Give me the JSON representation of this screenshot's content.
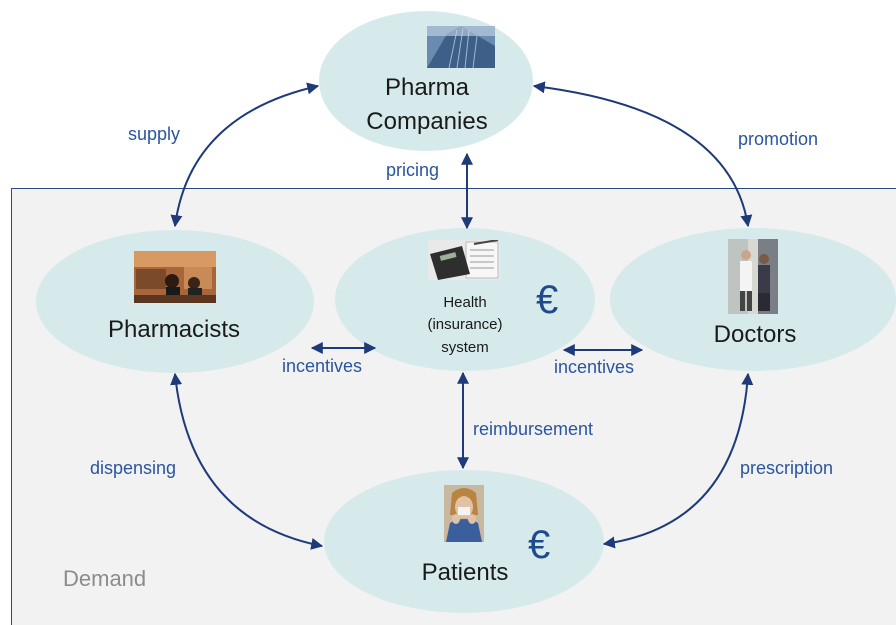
{
  "nodes": {
    "pharma": {
      "label_line1": "Pharma",
      "label_line2": "Companies"
    },
    "pharmacists": {
      "label": "Pharmacists"
    },
    "health": {
      "label_line1": "Health",
      "label_line2": "(insurance)",
      "label_line3": "system",
      "currency": "€"
    },
    "doctors": {
      "label": "Doctors"
    },
    "patients": {
      "label": "Patients",
      "currency": "€"
    }
  },
  "edges": {
    "supply": "supply",
    "promotion": "promotion",
    "pricing": "pricing",
    "incentives_left": "incentives",
    "incentives_right": "incentives",
    "reimbursement": "reimbursement",
    "dispensing": "dispensing",
    "prescription": "prescription"
  },
  "region": {
    "demand": "Demand"
  },
  "colors": {
    "node_fill": "#d6eaec",
    "arrow": "#1f3a78",
    "edge_text": "#2a55a0",
    "region_fill": "#f2f2f2"
  }
}
